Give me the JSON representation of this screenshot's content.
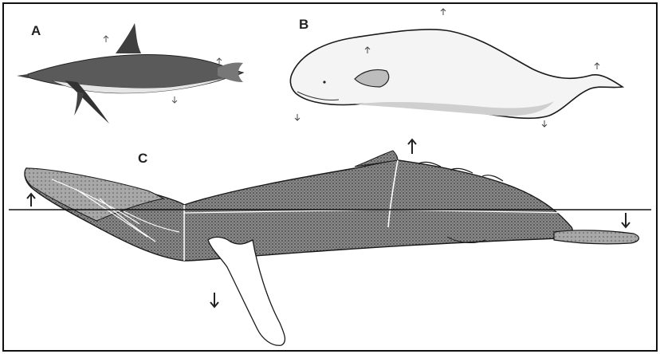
{
  "panels": {
    "a": {
      "label": "A"
    },
    "b": {
      "label": "B"
    },
    "c": {
      "label": "C"
    }
  },
  "colors": {
    "border": "#111111",
    "dolphin_dark": "#4a4a4a",
    "dolphin_light": "#e8e8e8",
    "whale_stipple": "#6b6b6b",
    "outline": "#1a1a1a",
    "background": "#ffffff"
  },
  "icons": [
    "up-arrow-icon",
    "down-arrow-icon"
  ]
}
